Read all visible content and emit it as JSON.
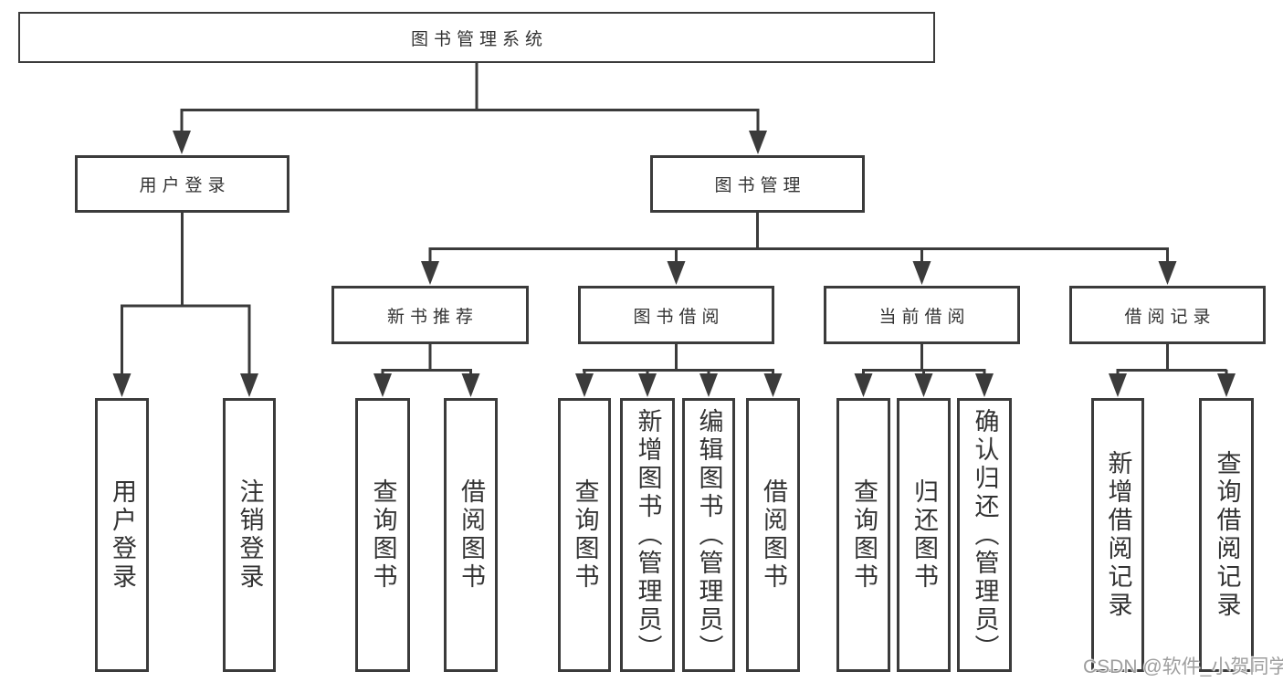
{
  "diagram_title": "图书管理系统",
  "nodes": {
    "root": "图书管理系统",
    "user_login": "用户登录",
    "book_mgmt": "图书管理",
    "new_book_rec": "新书推荐",
    "book_borrowing": "图书借阅",
    "current_borrowing": "当前借阅",
    "borrow_records": "借阅记录",
    "leaf_user_login": "用户登录",
    "leaf_logout": "注销登录",
    "leaf_query_books_1": "查询图书",
    "leaf_borrow_books_1": "借阅图书",
    "leaf_query_books_2": "查询图书",
    "leaf_add_books_admin": "新增图书（管理员）",
    "leaf_edit_books_admin": "编辑图书（管理员）",
    "leaf_borrow_books_2": "借阅图书",
    "leaf_query_books_3": "查询图书",
    "leaf_return_books": "归还图书",
    "leaf_confirm_return_admin": "确认归还（管理员）",
    "leaf_add_borrow_record": "新增借阅记录",
    "leaf_query_borrow_record": "查询借阅记录"
  },
  "hierarchy": {
    "图书管理系统": [
      "用户登录",
      "图书管理"
    ],
    "用户登录": [
      "用户登录",
      "注销登录"
    ],
    "图书管理": [
      "新书推荐",
      "图书借阅",
      "当前借阅",
      "借阅记录"
    ],
    "新书推荐": [
      "查询图书",
      "借阅图书"
    ],
    "图书借阅": [
      "查询图书",
      "新增图书（管理员）",
      "编辑图书（管理员）",
      "借阅图书"
    ],
    "当前借阅": [
      "查询图书",
      "归还图书",
      "确认归还（管理员）"
    ],
    "借阅记录": [
      "新增借阅记录",
      "查询借阅记录"
    ]
  },
  "watermark": "CSDN @软件_小贺同学",
  "colors": {
    "line": "#3b3b3b",
    "box_border": "#3b3b3b",
    "text": "#333333",
    "watermark": "#9e9e9e",
    "background": "#ffffff"
  }
}
